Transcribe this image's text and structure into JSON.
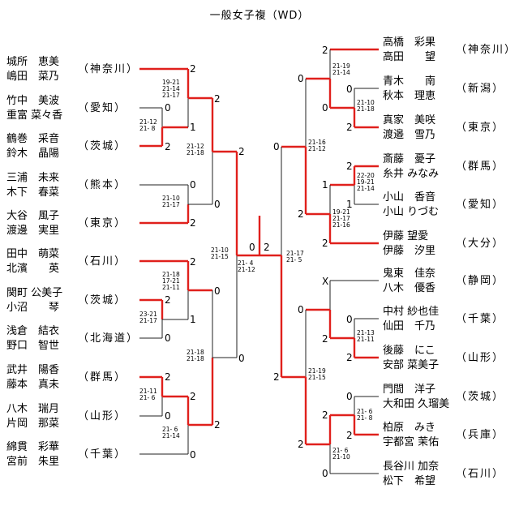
{
  "title": "一般女子複（WD）",
  "left_players": [
    {
      "p1": "城所　恵美",
      "p2": "嶋田　菜乃",
      "pref": "（神奈川）"
    },
    {
      "p1": "竹中　美波",
      "p2": "重富 菜々香",
      "pref": "（愛知）"
    },
    {
      "p1": "鶴巻　采音",
      "p2": "鈴木　晶陽",
      "pref": "（茨城）"
    },
    {
      "p1": "三浦　未来",
      "p2": "木下　春菜",
      "pref": "（熊本）"
    },
    {
      "p1": "大谷　風子",
      "p2": "渡邊　実里",
      "pref": "（東京）"
    },
    {
      "p1": "田中　萌菜",
      "p2": "北濱　　英",
      "pref": "（石川）"
    },
    {
      "p1": "関町 公美子",
      "p2": "小沼　　琴",
      "pref": "（茨城）"
    },
    {
      "p1": "浅倉　結衣",
      "p2": "野口　智世",
      "pref": "（北海道）"
    },
    {
      "p1": "武井　陽香",
      "p2": "藤本　真未",
      "pref": "（群馬）"
    },
    {
      "p1": "八木　瑞月",
      "p2": "片岡　那菜",
      "pref": "（山形）"
    },
    {
      "p1": "綿貫　彩華",
      "p2": "宮前　朱里",
      "pref": "（千葉）"
    }
  ],
  "right_players": [
    {
      "p1": "高橋　彩果",
      "p2": "高田　　望",
      "pref": "（神奈川）"
    },
    {
      "p1": "青木　　南",
      "p2": "秋本　理恵",
      "pref": "（新潟）"
    },
    {
      "p1": "真家　美咲",
      "p2": "渡邉　雪乃",
      "pref": "（東京）"
    },
    {
      "p1": "斎藤　憂子",
      "p2": "糸井 みなみ",
      "pref": "（群馬）"
    },
    {
      "p1": "小山　香音",
      "p2": "小山 りづむ",
      "pref": "（愛知）"
    },
    {
      "p1": "伊藤 望愛",
      "p2": "伊藤　汐里",
      "pref": "（大分）"
    },
    {
      "p1": "鬼東　佳奈",
      "p2": "八木　優香",
      "pref": "（静岡）"
    },
    {
      "p1": "中村 紗也佳",
      "p2": "仙田　千乃",
      "pref": "（千葉）"
    },
    {
      "p1": "後藤　にこ",
      "p2": "安部 菜美子",
      "pref": "（山形）"
    },
    {
      "p1": "門間　洋子",
      "p2": "大和田 久瑠美",
      "pref": "（茨城）"
    },
    {
      "p1": "柏原　みき",
      "p2": "宇都宮 茉佑",
      "pref": "（兵庫）"
    },
    {
      "p1": "長谷川 加奈",
      "p2": "松下　希望",
      "pref": "（石川）"
    }
  ],
  "scores": {
    "L1_top": "2",
    "L_r1a_bot": "0",
    "L_r1a_top": "1",
    "L3_top": "2",
    "L4_top": "0",
    "L5_top": "2",
    "L6_top": "2",
    "L_r1b_top": "2",
    "L_r1b_bot": "1",
    "L8_top": "0",
    "L9_top": "2",
    "L10_top": "2",
    "L11_top": "0",
    "L_q1_top": "2",
    "L_q1_bot": "0",
    "L_q2_top": "0",
    "L_q2_bot": "2",
    "L_s1_top": "2",
    "L_s1_bot": "0",
    "L_s2_top": "0",
    "L_s2_bot": "2",
    "L_f": "2",
    "R_f": "0",
    "final_left": "0",
    "final_right": "2",
    "R1_top": "2",
    "R_r1a_top": "0",
    "R_r1a_bot": "2",
    "R_q1_top": "0",
    "R_q1_bot": "2",
    "R4_top": "2",
    "R5_top": "1",
    "R6_top": "2",
    "R_q2_top": "1",
    "R_q2_bot": "2",
    "R_s1_top": "0",
    "R_s1_bot": "2",
    "R7_top": "X",
    "R8_top": "0",
    "R9_top": "2",
    "R_q3_top": "0",
    "R_q3_bot": "2",
    "R10_top": "0",
    "R11_top": "2",
    "R12_top": "0",
    "R_q4_top": "2",
    "R_q4_bot": "2",
    "R_s2_top": "2",
    "R_s2_bot": "2",
    "R_f_top": "0",
    "R_f_bot": "2"
  },
  "game_scores": {
    "l_a": "19-21\n21-14\n21-17",
    "l_b": "21-12\n21- 8",
    "l_c": "21-12\n21-18",
    "l_d": "21-10\n21-17",
    "l_e": "21-18\n17-21\n21-11",
    "l_f": "23-21\n21-17",
    "l_g": "21-18\n21-18",
    "l_h": "21-11\n21- 6",
    "l_i": "21- 6\n21-14",
    "l_j": "21-10\n21-15",
    "c_l": "21- 4\n21-12",
    "c_r": "21-17\n21- 5",
    "r_a": "21-19\n21-14",
    "r_b": "21-10\n21-18",
    "r_c": "21-16\n21-12",
    "r_d": "22-20\n19-21\n21-14",
    "r_e": "19-21\n21-17\n21-16",
    "r_f": "21-13\n21-11",
    "r_g": "21-19\n21-15",
    "r_h": "21- 6\n21- 8",
    "r_i": "21- 6\n21-10"
  }
}
